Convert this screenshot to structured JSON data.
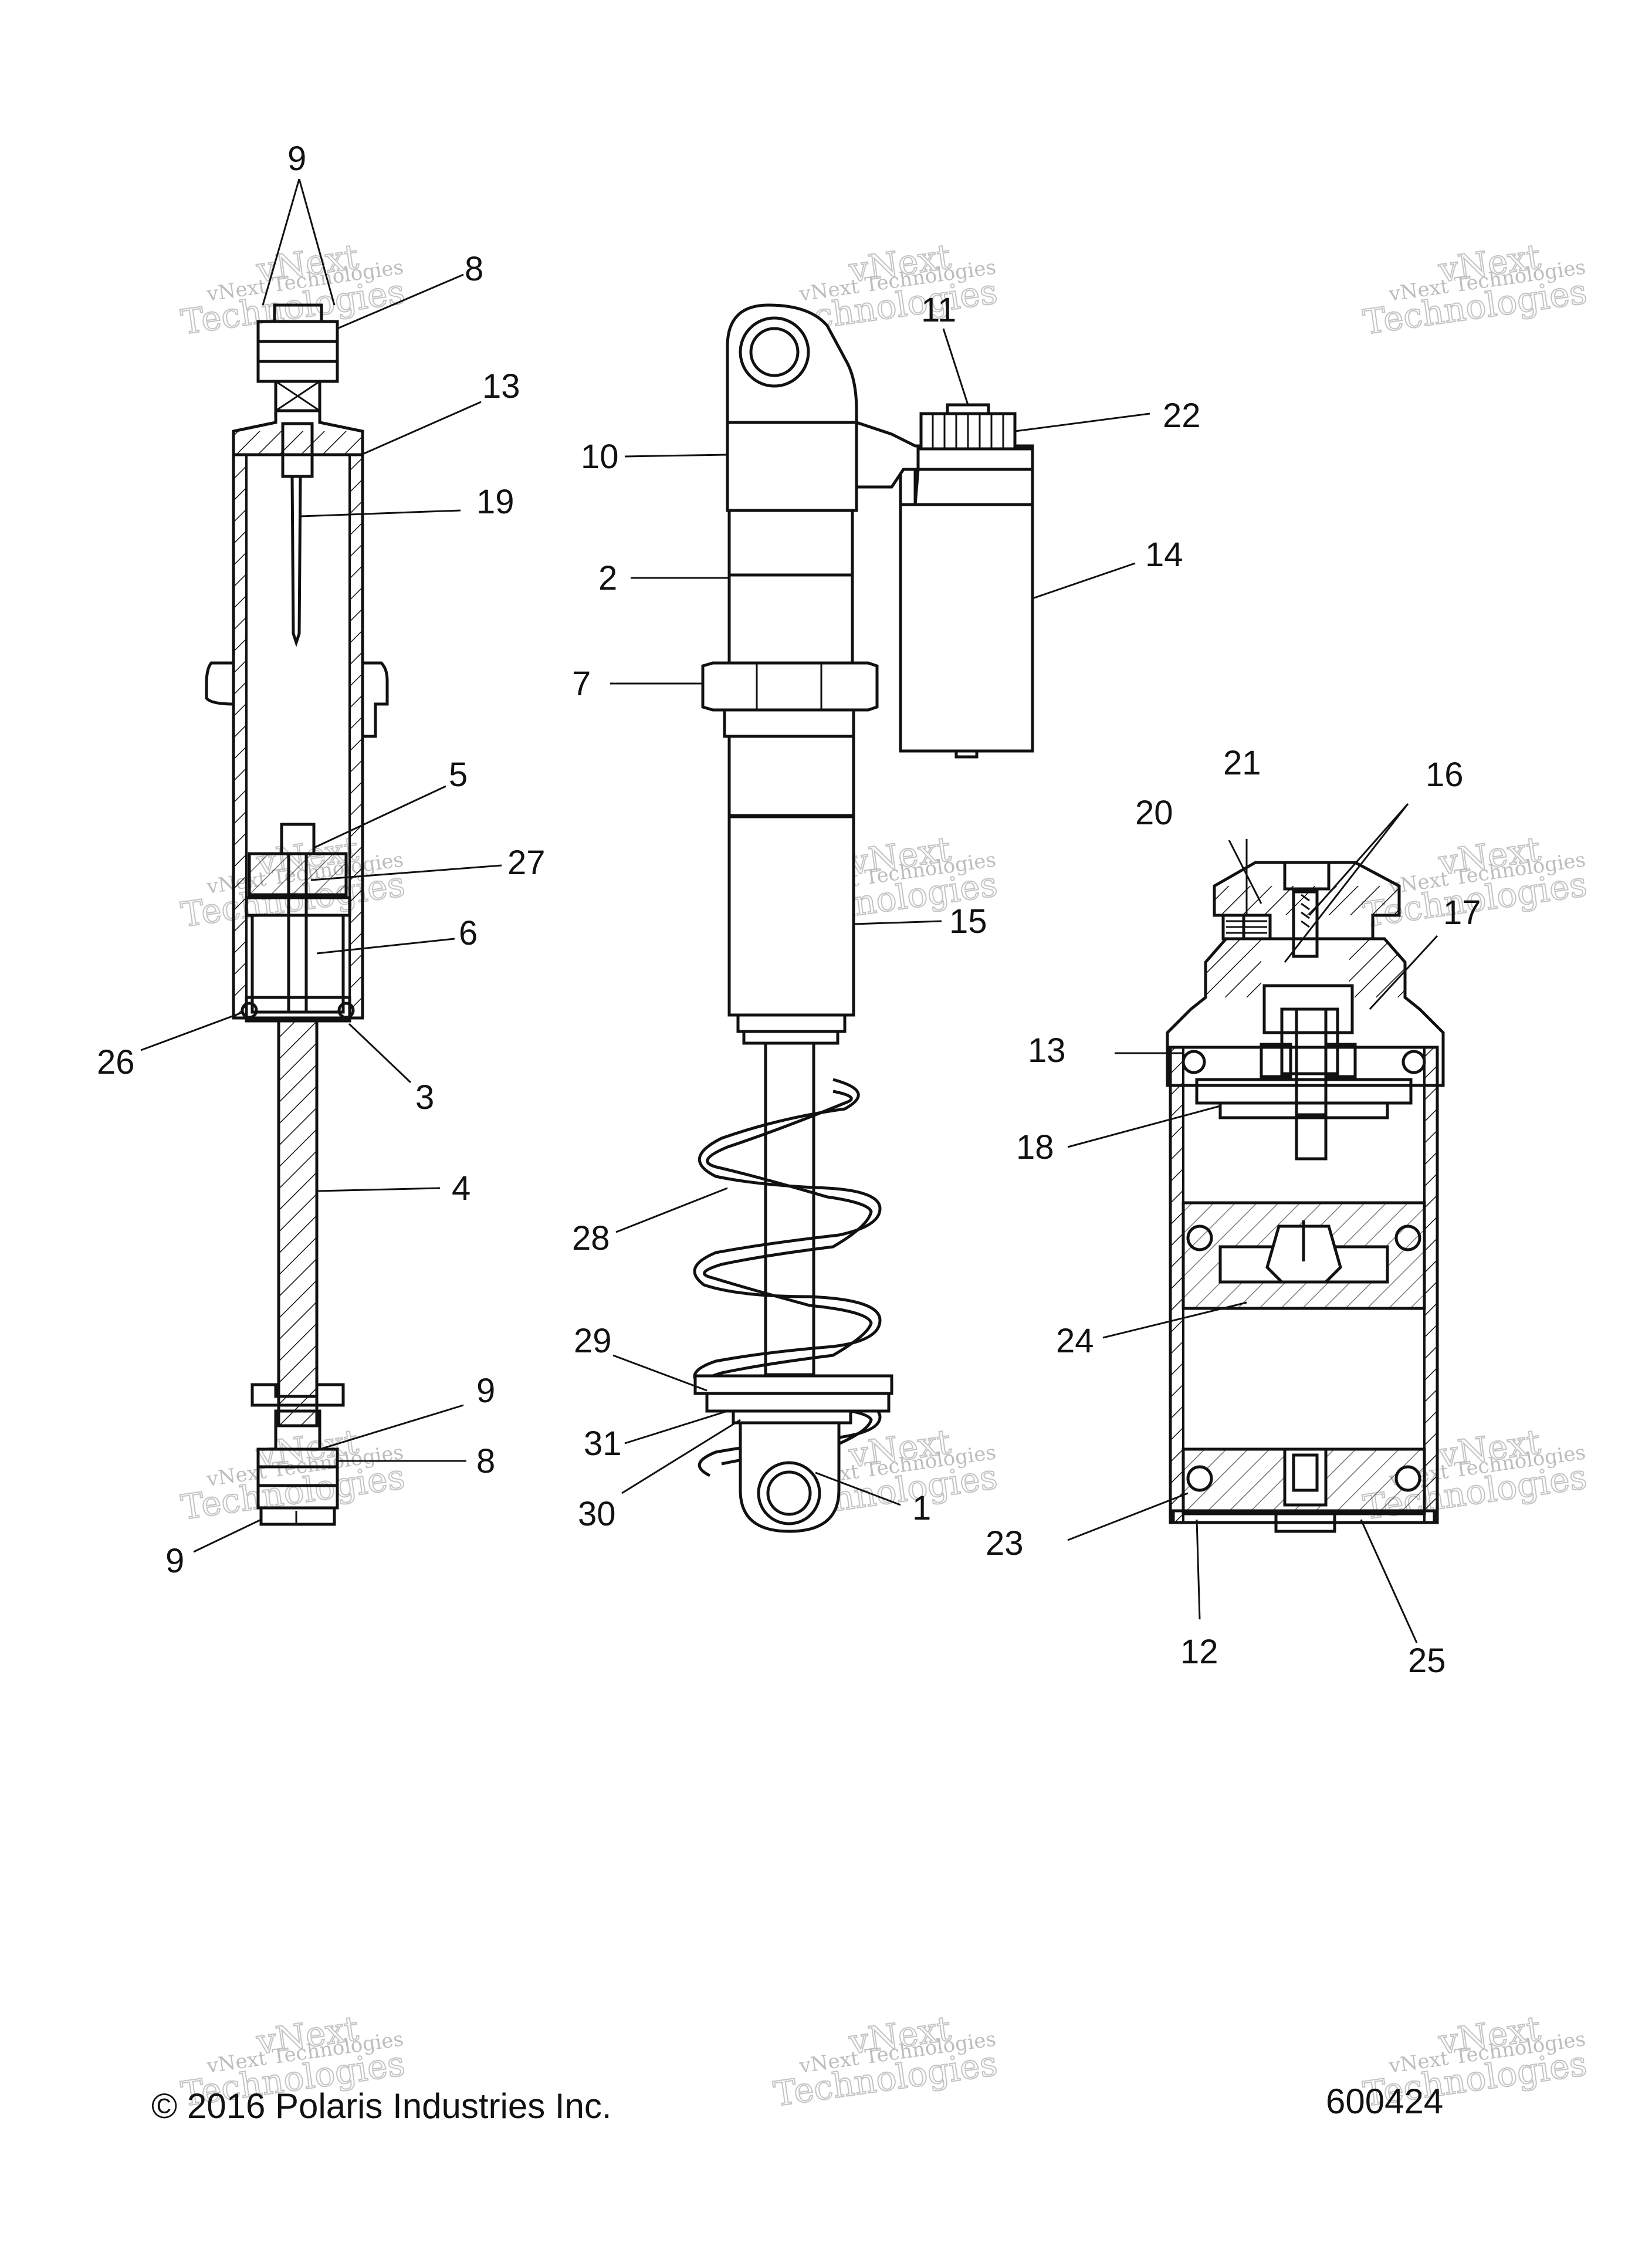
{
  "watermark": {
    "line1": "vNext Technologies",
    "line2": "vNext",
    "line3": "Technologies"
  },
  "footer": {
    "copyright": "© 2016 Polaris Industries Inc.",
    "figure_id": "600424"
  },
  "callouts": {
    "left_view": [
      "9",
      "8",
      "13",
      "19",
      "5",
      "27",
      "6",
      "26",
      "3",
      "4",
      "9",
      "8",
      "9"
    ],
    "center_view": [
      "11",
      "22",
      "10",
      "14",
      "2",
      "7",
      "15",
      "28",
      "29",
      "31",
      "30",
      "1"
    ],
    "right_view": [
      "21",
      "16",
      "20",
      "17",
      "13",
      "18",
      "24",
      "23",
      "12",
      "25"
    ]
  },
  "colors": {
    "line": "#111111",
    "watermark": "#c4c4c4"
  }
}
